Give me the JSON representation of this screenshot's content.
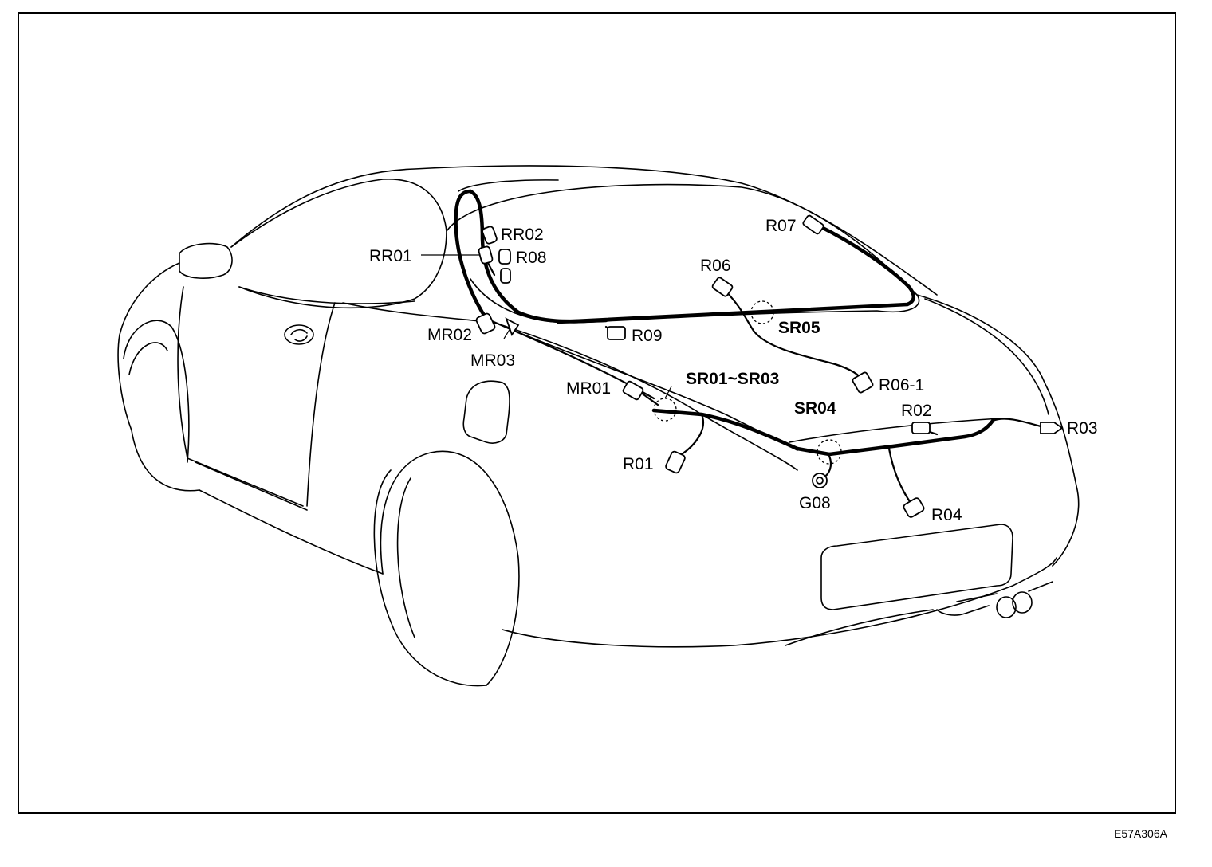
{
  "labels": {
    "rr02": "RR02",
    "rr01": "RR01",
    "r08": "R08",
    "r07": "R07",
    "r06": "R06",
    "sr05": "SR05",
    "mr02": "MR02",
    "r09": "R09",
    "mr03": "MR03",
    "r06_1": "R06-1",
    "sr01_sr03": "SR01~SR03",
    "mr01": "MR01",
    "sr04": "SR04",
    "r02": "R02",
    "r03": "R03",
    "r01": "R01",
    "g08": "G08",
    "r04": "R04"
  },
  "figure_code": "E57A306A"
}
